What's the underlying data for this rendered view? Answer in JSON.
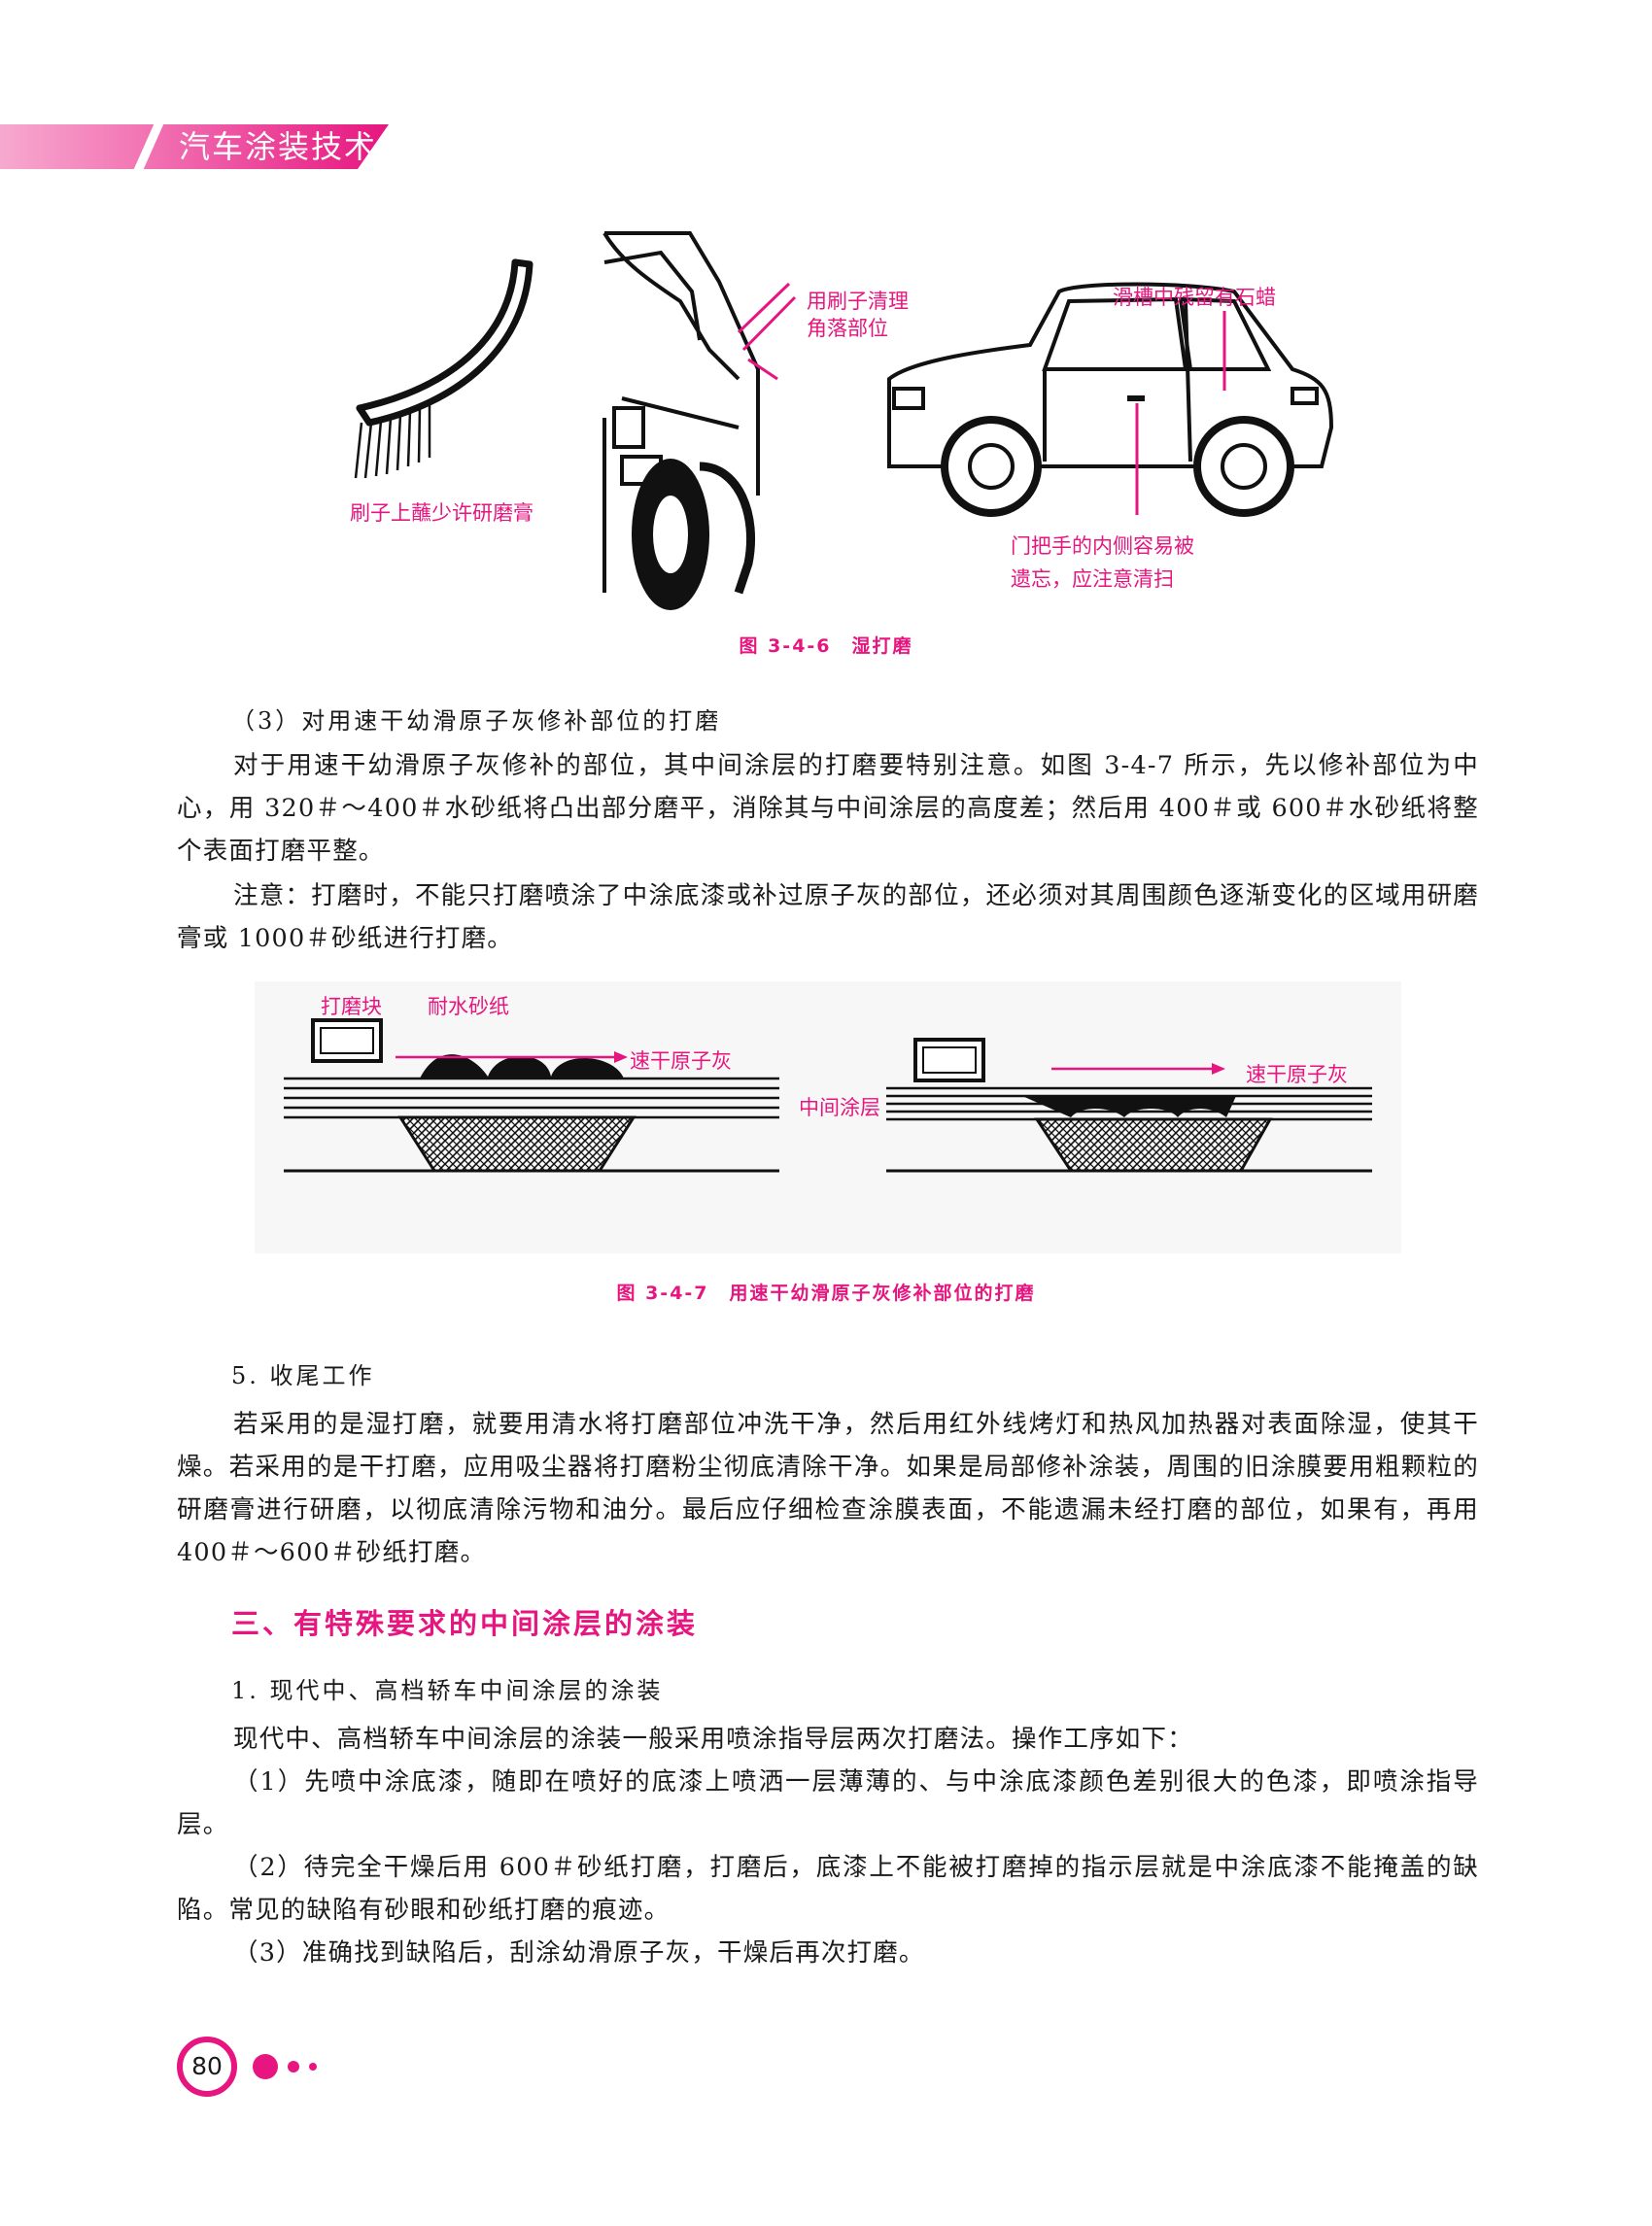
{
  "header": {
    "title": "汽车涂装技术"
  },
  "figure_346": {
    "brush_label": "刷子上蘸少许研磨膏",
    "corner_label_1": "用刷子清理",
    "corner_label_2": "角落部位",
    "slot_label": "滑槽中残留有石蜡",
    "handle_label_1": "门把手的内侧容易被",
    "handle_label_2": "遗忘，应注意清扫",
    "caption": "图 3-4-6　湿打磨"
  },
  "paragraphs": {
    "p1_heading": "（3）对用速干幼滑原子灰修补部位的打磨",
    "p1_body": "对于用速干幼滑原子灰修补的部位，其中间涂层的打磨要特别注意。如图 3-4-7 所示，先以修补部位为中心，用 320＃～400＃水砂纸将凸出部分磨平，消除其与中间涂层的高度差；然后用 400＃或 600＃水砂纸将整个表面打磨平整。",
    "p1_note": "注意：打磨时，不能只打磨喷涂了中涂底漆或补过原子灰的部位，还必须对其周围颜色逐渐变化的区域用研磨膏或 1000＃砂纸进行打磨。"
  },
  "figure_347": {
    "block_label": "打磨块",
    "paper_label": "耐水砂纸",
    "putty_label_left": "速干原子灰",
    "middle_coat_label": "中间涂层",
    "putty_label_right": "速干原子灰",
    "caption": "图 3-4-7　用速干幼滑原子灰修补部位的打磨"
  },
  "finishing": {
    "heading": "5. 收尾工作",
    "body": "若采用的是湿打磨，就要用清水将打磨部位冲洗干净，然后用红外线烤灯和热风加热器对表面除湿，使其干燥。若采用的是干打磨，应用吸尘器将打磨粉尘彻底清除干净。如果是局部修补涂装，周围的旧涂膜要用粗颗粒的研磨膏进行研磨，以彻底清除污物和油分。最后应仔细检查涂膜表面，不能遗漏未经打磨的部位，如果有，再用 400＃～600＃砂纸打磨。"
  },
  "section3": {
    "title": "三、有特殊要求的中间涂层的涂装",
    "sub1": "1. 现代中、高档轿车中间涂层的涂装",
    "intro": "现代中、高档轿车中间涂层的涂装一般采用喷涂指导层两次打磨法。操作工序如下：",
    "step1": "（1）先喷中涂底漆，随即在喷好的底漆上喷洒一层薄薄的、与中涂底漆颜色差别很大的色漆，即喷涂指导层。",
    "step2": "（2）待完全干燥后用 600＃砂纸打磨，打磨后，底漆上不能被打磨掉的指示层就是中涂底漆不能掩盖的缺陷。常见的缺陷有砂眼和砂纸打磨的痕迹。",
    "step3": "（3）准确找到缺陷后，刮涂幼滑原子灰，干燥后再次打磨。"
  },
  "footer": {
    "page_number": "80"
  },
  "colors": {
    "accent": "#e6157f"
  }
}
